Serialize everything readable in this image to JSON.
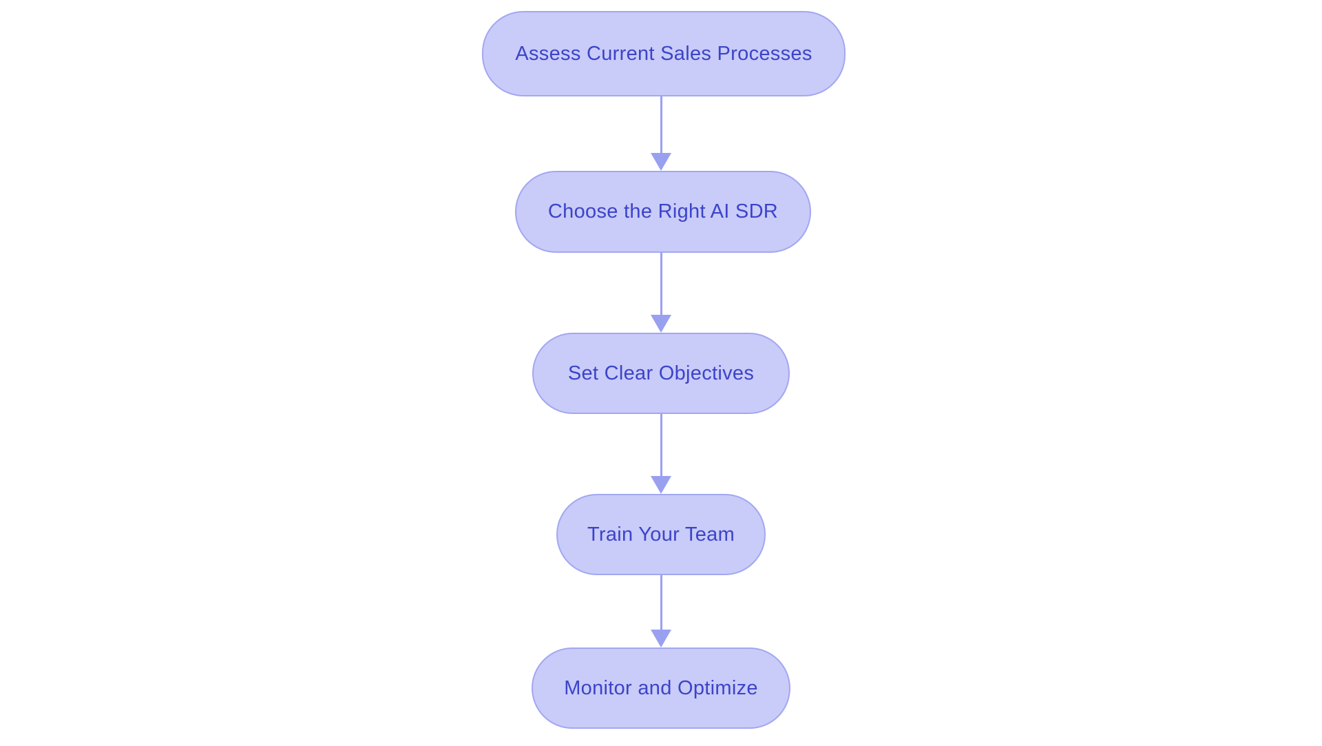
{
  "diagram": {
    "type": "flowchart",
    "direction": "top-down",
    "colors": {
      "background": "#ffffff",
      "node_fill": "#c9cbf9",
      "node_border": "#a2a7f0",
      "node_text": "#3b44c7",
      "arrow": "#99a0f0"
    },
    "nodes": [
      {
        "id": "assess-current-sales-processes",
        "label": "Assess Current Sales Processes"
      },
      {
        "id": "choose-the-right-ai-sdr",
        "label": "Choose the Right AI SDR"
      },
      {
        "id": "set-clear-objectives",
        "label": "Set Clear Objectives"
      },
      {
        "id": "train-your-team",
        "label": "Train Your Team"
      },
      {
        "id": "monitor-and-optimize",
        "label": "Monitor and Optimize"
      }
    ],
    "edges": [
      {
        "from": "assess-current-sales-processes",
        "to": "choose-the-right-ai-sdr"
      },
      {
        "from": "choose-the-right-ai-sdr",
        "to": "set-clear-objectives"
      },
      {
        "from": "set-clear-objectives",
        "to": "train-your-team"
      },
      {
        "from": "train-your-team",
        "to": "monitor-and-optimize"
      }
    ]
  }
}
